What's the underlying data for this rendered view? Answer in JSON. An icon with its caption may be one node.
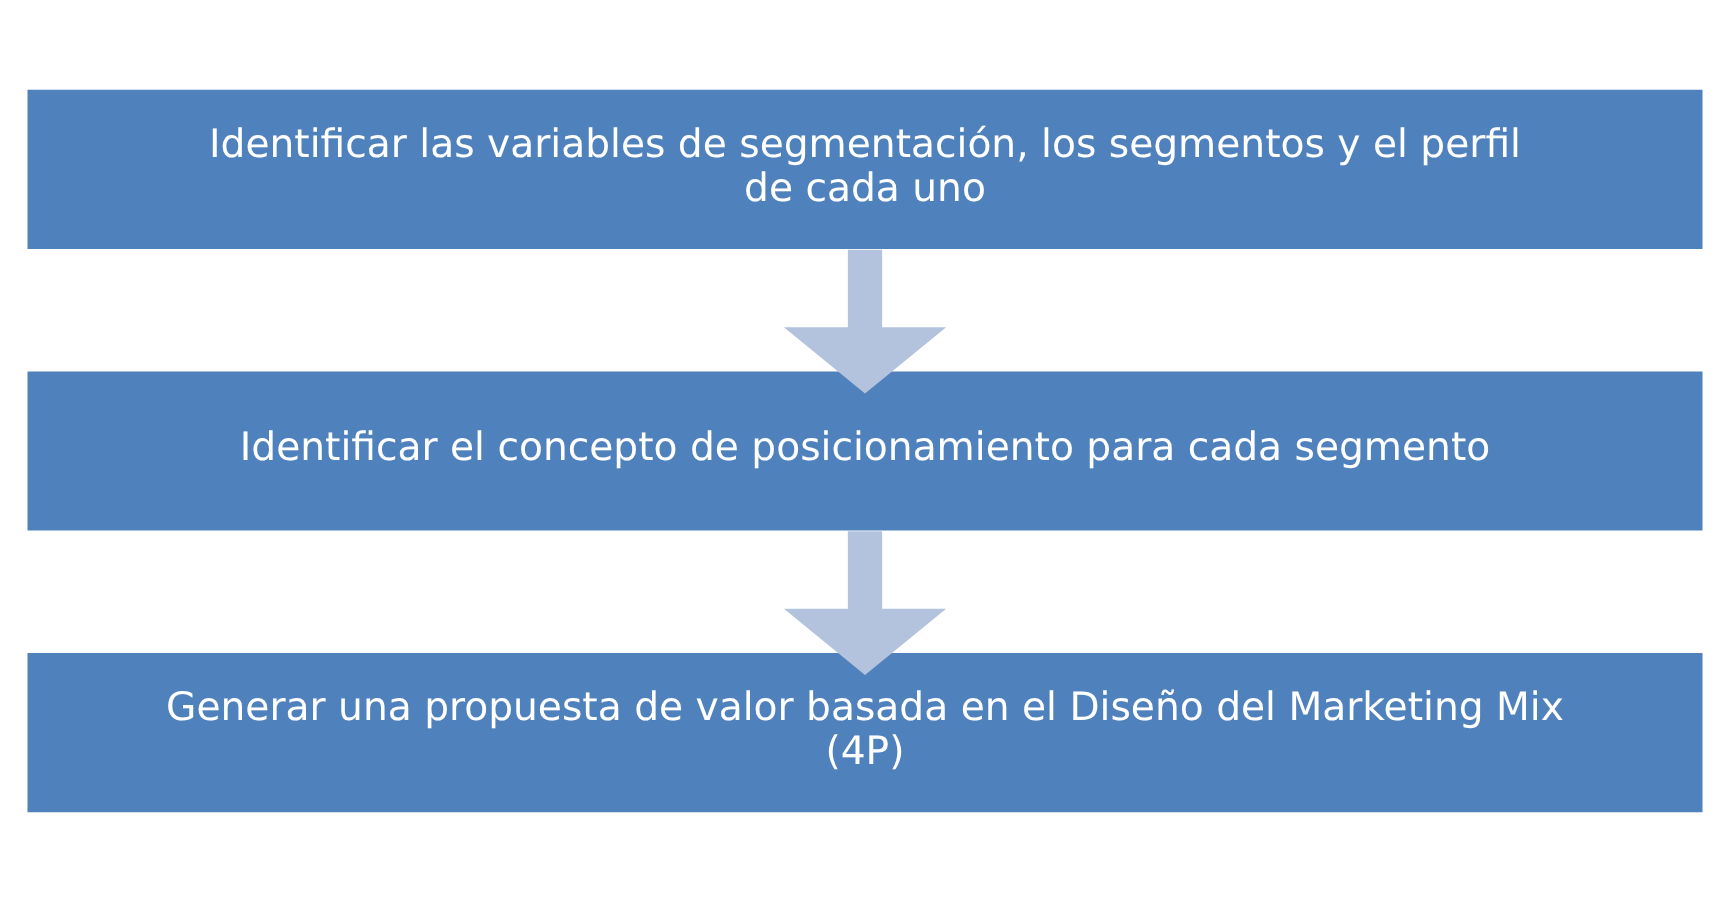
{
  "diagram": {
    "nodes": [
      {
        "text": [
          "Identificar las variables de segmentación, los segmentos y el perfil de cada uno"
        ]
      },
      {
        "text": [
          "Identificar el concepto de posicionamiento para cada segmento"
        ]
      },
      {
        "text": [
          "Generar una propuesta de valor basada en el Diseño del Marketing Mix (4P)"
        ]
      }
    ],
    "edges": [
      {
        "from": 0,
        "to": 1,
        "arrow": "to"
      },
      {
        "from": 1,
        "to": 2,
        "arrow": "to"
      }
    ]
  }
}
